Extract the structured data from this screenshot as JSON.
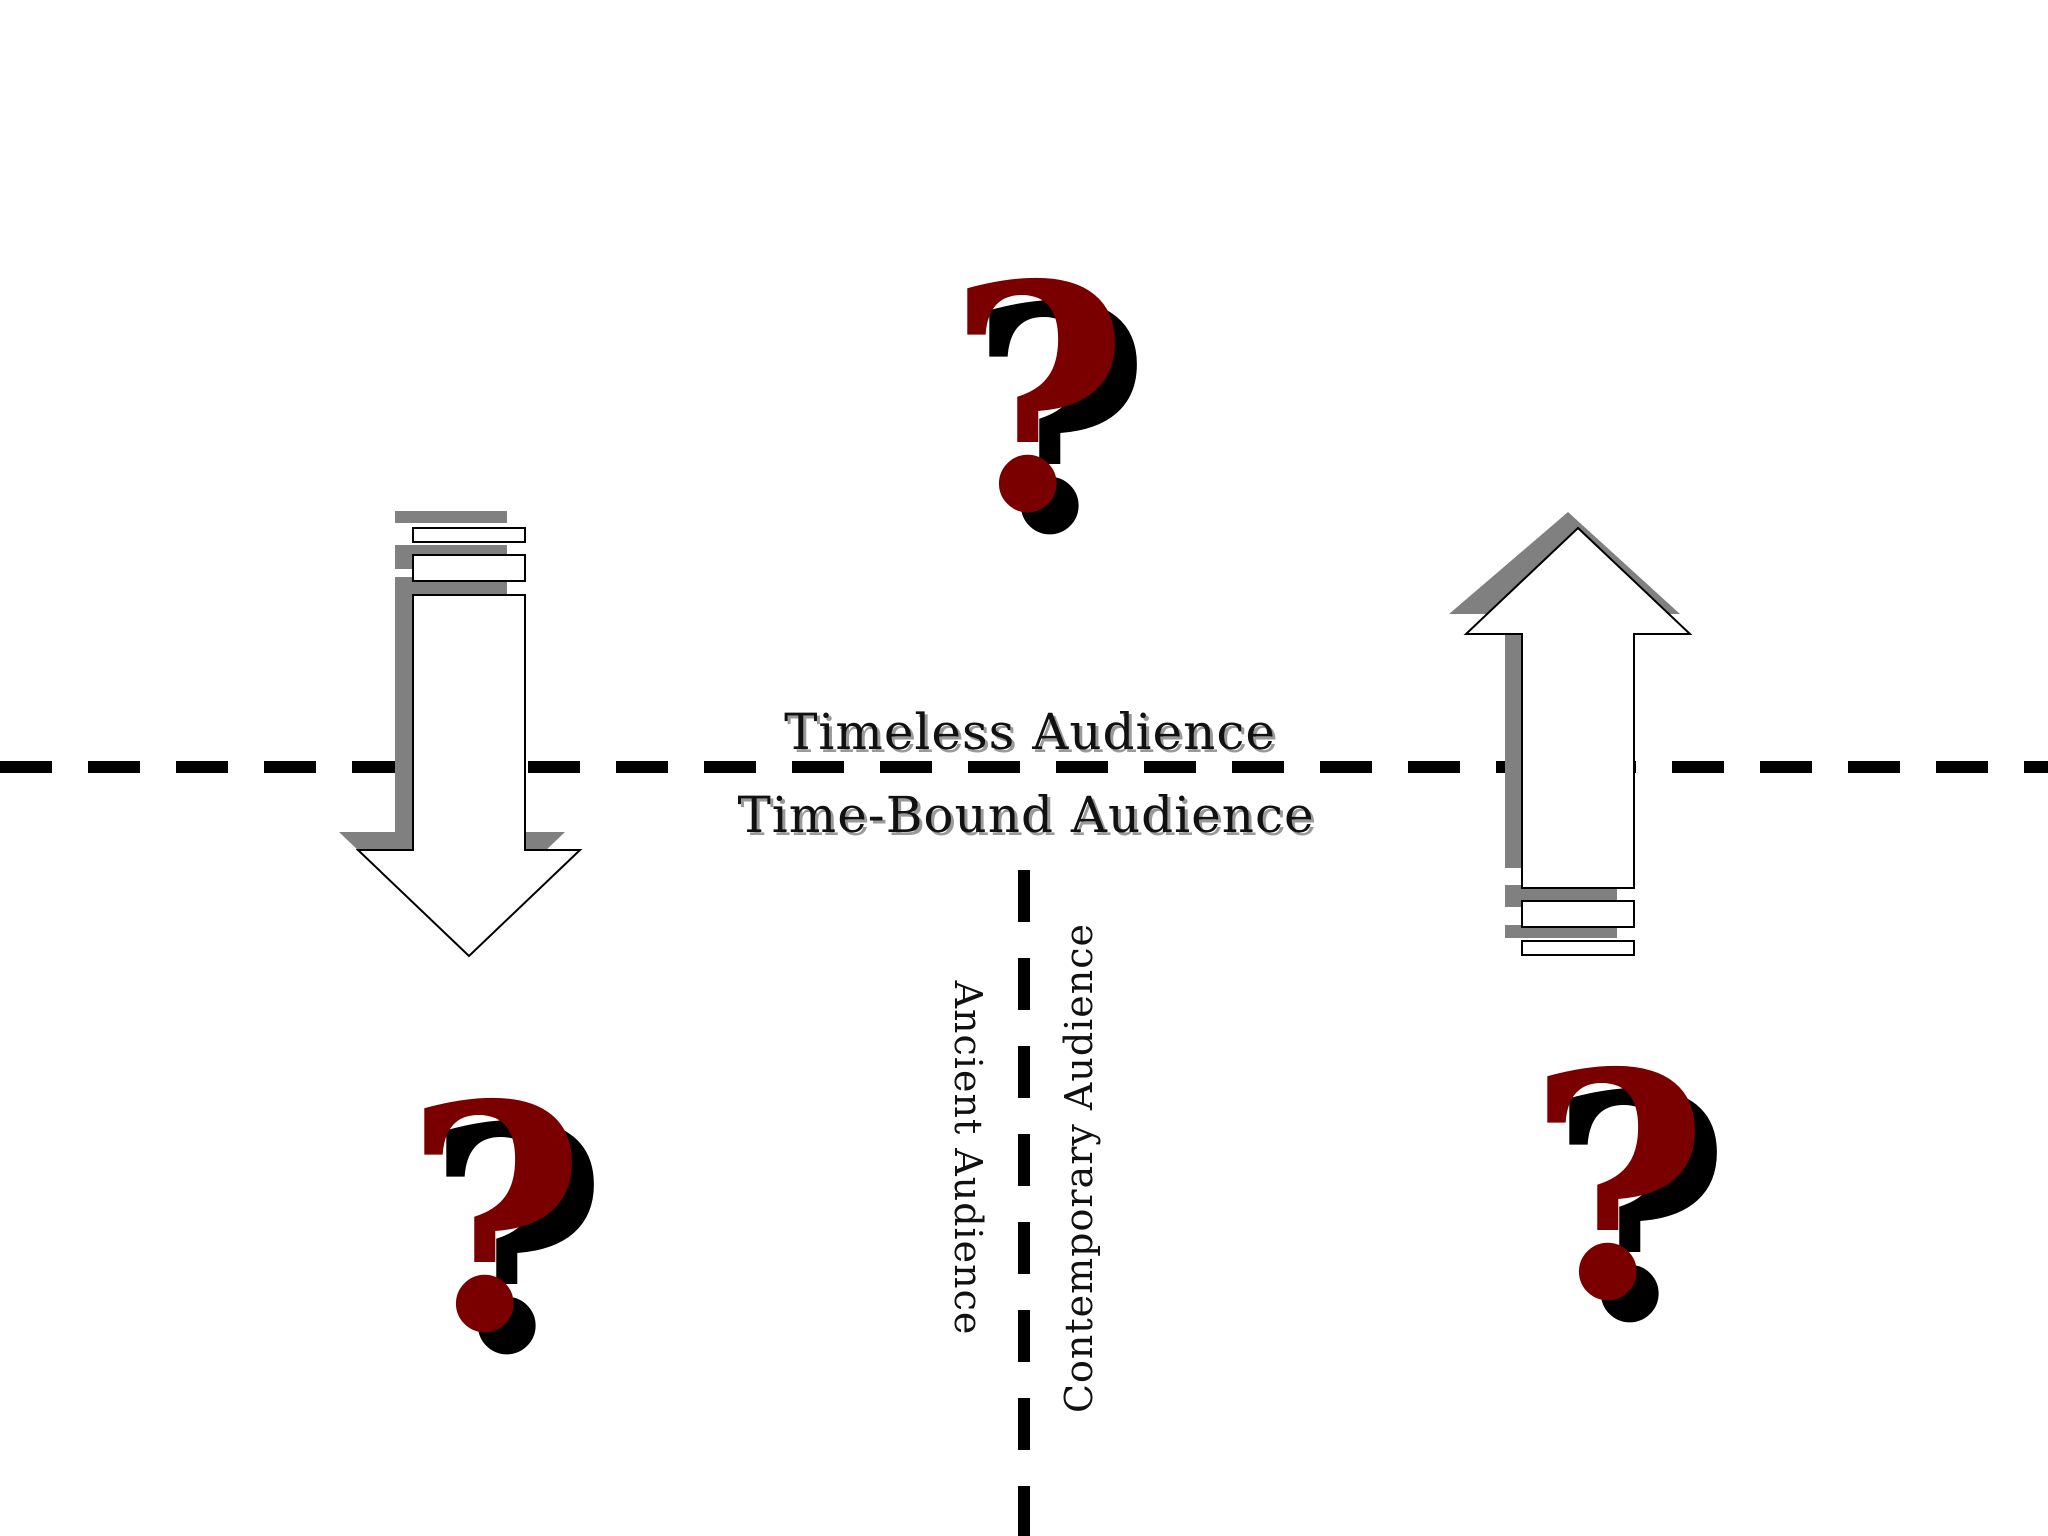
{
  "labels": {
    "timeless": "Timeless Audience",
    "time_bound": "Time-Bound Audience",
    "ancient": "Ancient Audience",
    "contemporary": "Contemporary Audience"
  },
  "question_mark": "?",
  "colors": {
    "question_mark_main": "#7a0000",
    "question_mark_shadow": "#000000",
    "arrow_fill": "#ffffff",
    "arrow_stroke": "#000000",
    "arrow_shadow": "#808080",
    "divider": "#000000",
    "background": "#ffffff"
  },
  "icons": {
    "down_arrow": "down-arrow-icon",
    "up_arrow": "up-arrow-icon",
    "question": "question-mark-icon"
  }
}
